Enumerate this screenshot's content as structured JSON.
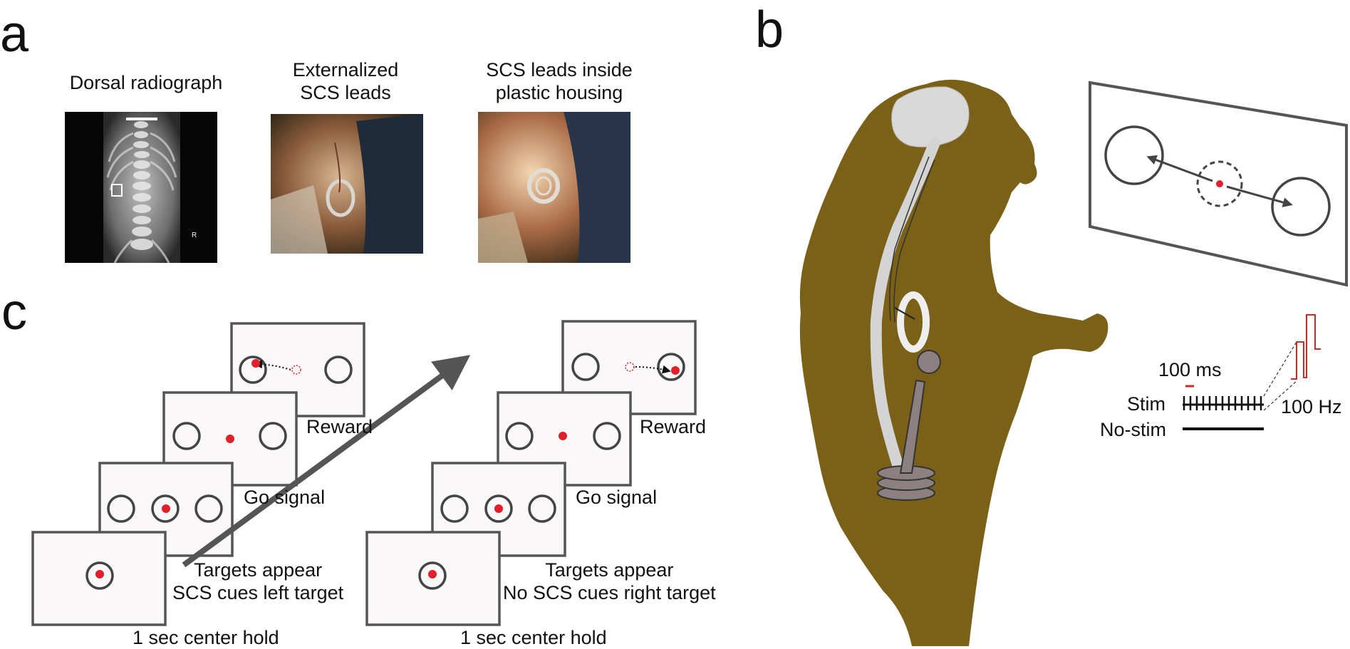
{
  "panels": {
    "a": {
      "letter": "a",
      "captions": [
        {
          "lines": [
            "Dorsal radiograph"
          ]
        },
        {
          "lines": [
            "Externalized",
            "SCS leads"
          ]
        },
        {
          "lines": [
            "SCS leads inside",
            "plastic housing"
          ]
        }
      ],
      "xray_marker": "R"
    },
    "b": {
      "letter": "b",
      "stim_labels": {
        "scale": "100 ms",
        "stim": "Stim",
        "no_stim": "No-stim",
        "frequency": "100 Hz"
      }
    },
    "c": {
      "letter": "c",
      "left_sequence": {
        "reward": "Reward",
        "go": "Go signal",
        "targets_line1": "Targets appear",
        "targets_line2": "SCS cues left target",
        "hold": "1 sec center hold"
      },
      "right_sequence": {
        "reward": "Reward",
        "go": "Go signal",
        "targets_line1": "Targets appear",
        "targets_line2": "No SCS cues right target",
        "hold": "1 sec center hold"
      }
    }
  },
  "colors": {
    "monkey_fur": "#7a6117",
    "target_dot": "#e0202a",
    "stim_red": "#cc2a22",
    "frame_gray": "#555555",
    "joystick": "#8c8080"
  }
}
